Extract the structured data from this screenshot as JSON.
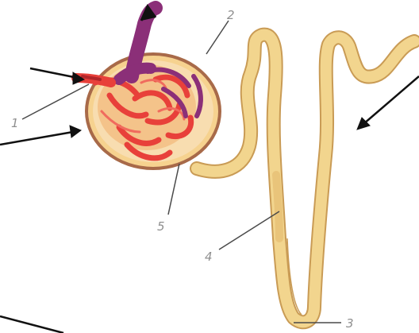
{
  "figure": {
    "labels": {
      "label_1": "1",
      "label_2": "2",
      "label_3": "3",
      "label_4": "4",
      "label_5": "5"
    },
    "colors": {
      "tubule_fill": "#f2d58e",
      "tubule_outline": "#c99b55",
      "capillary_red": "#e8403a",
      "vessel_purple": "#8b2f78",
      "capsule_fill": "#f6d28f",
      "capsule_outline": "#a86a49",
      "pointer_line": "#444444",
      "arrow": "#111111"
    },
    "parts": [
      "glomerulus",
      "bowman-capsule",
      "afferent-arteriole",
      "efferent-arteriole",
      "proximal-tubule",
      "loop-of-henle",
      "distal-tubule"
    ]
  }
}
